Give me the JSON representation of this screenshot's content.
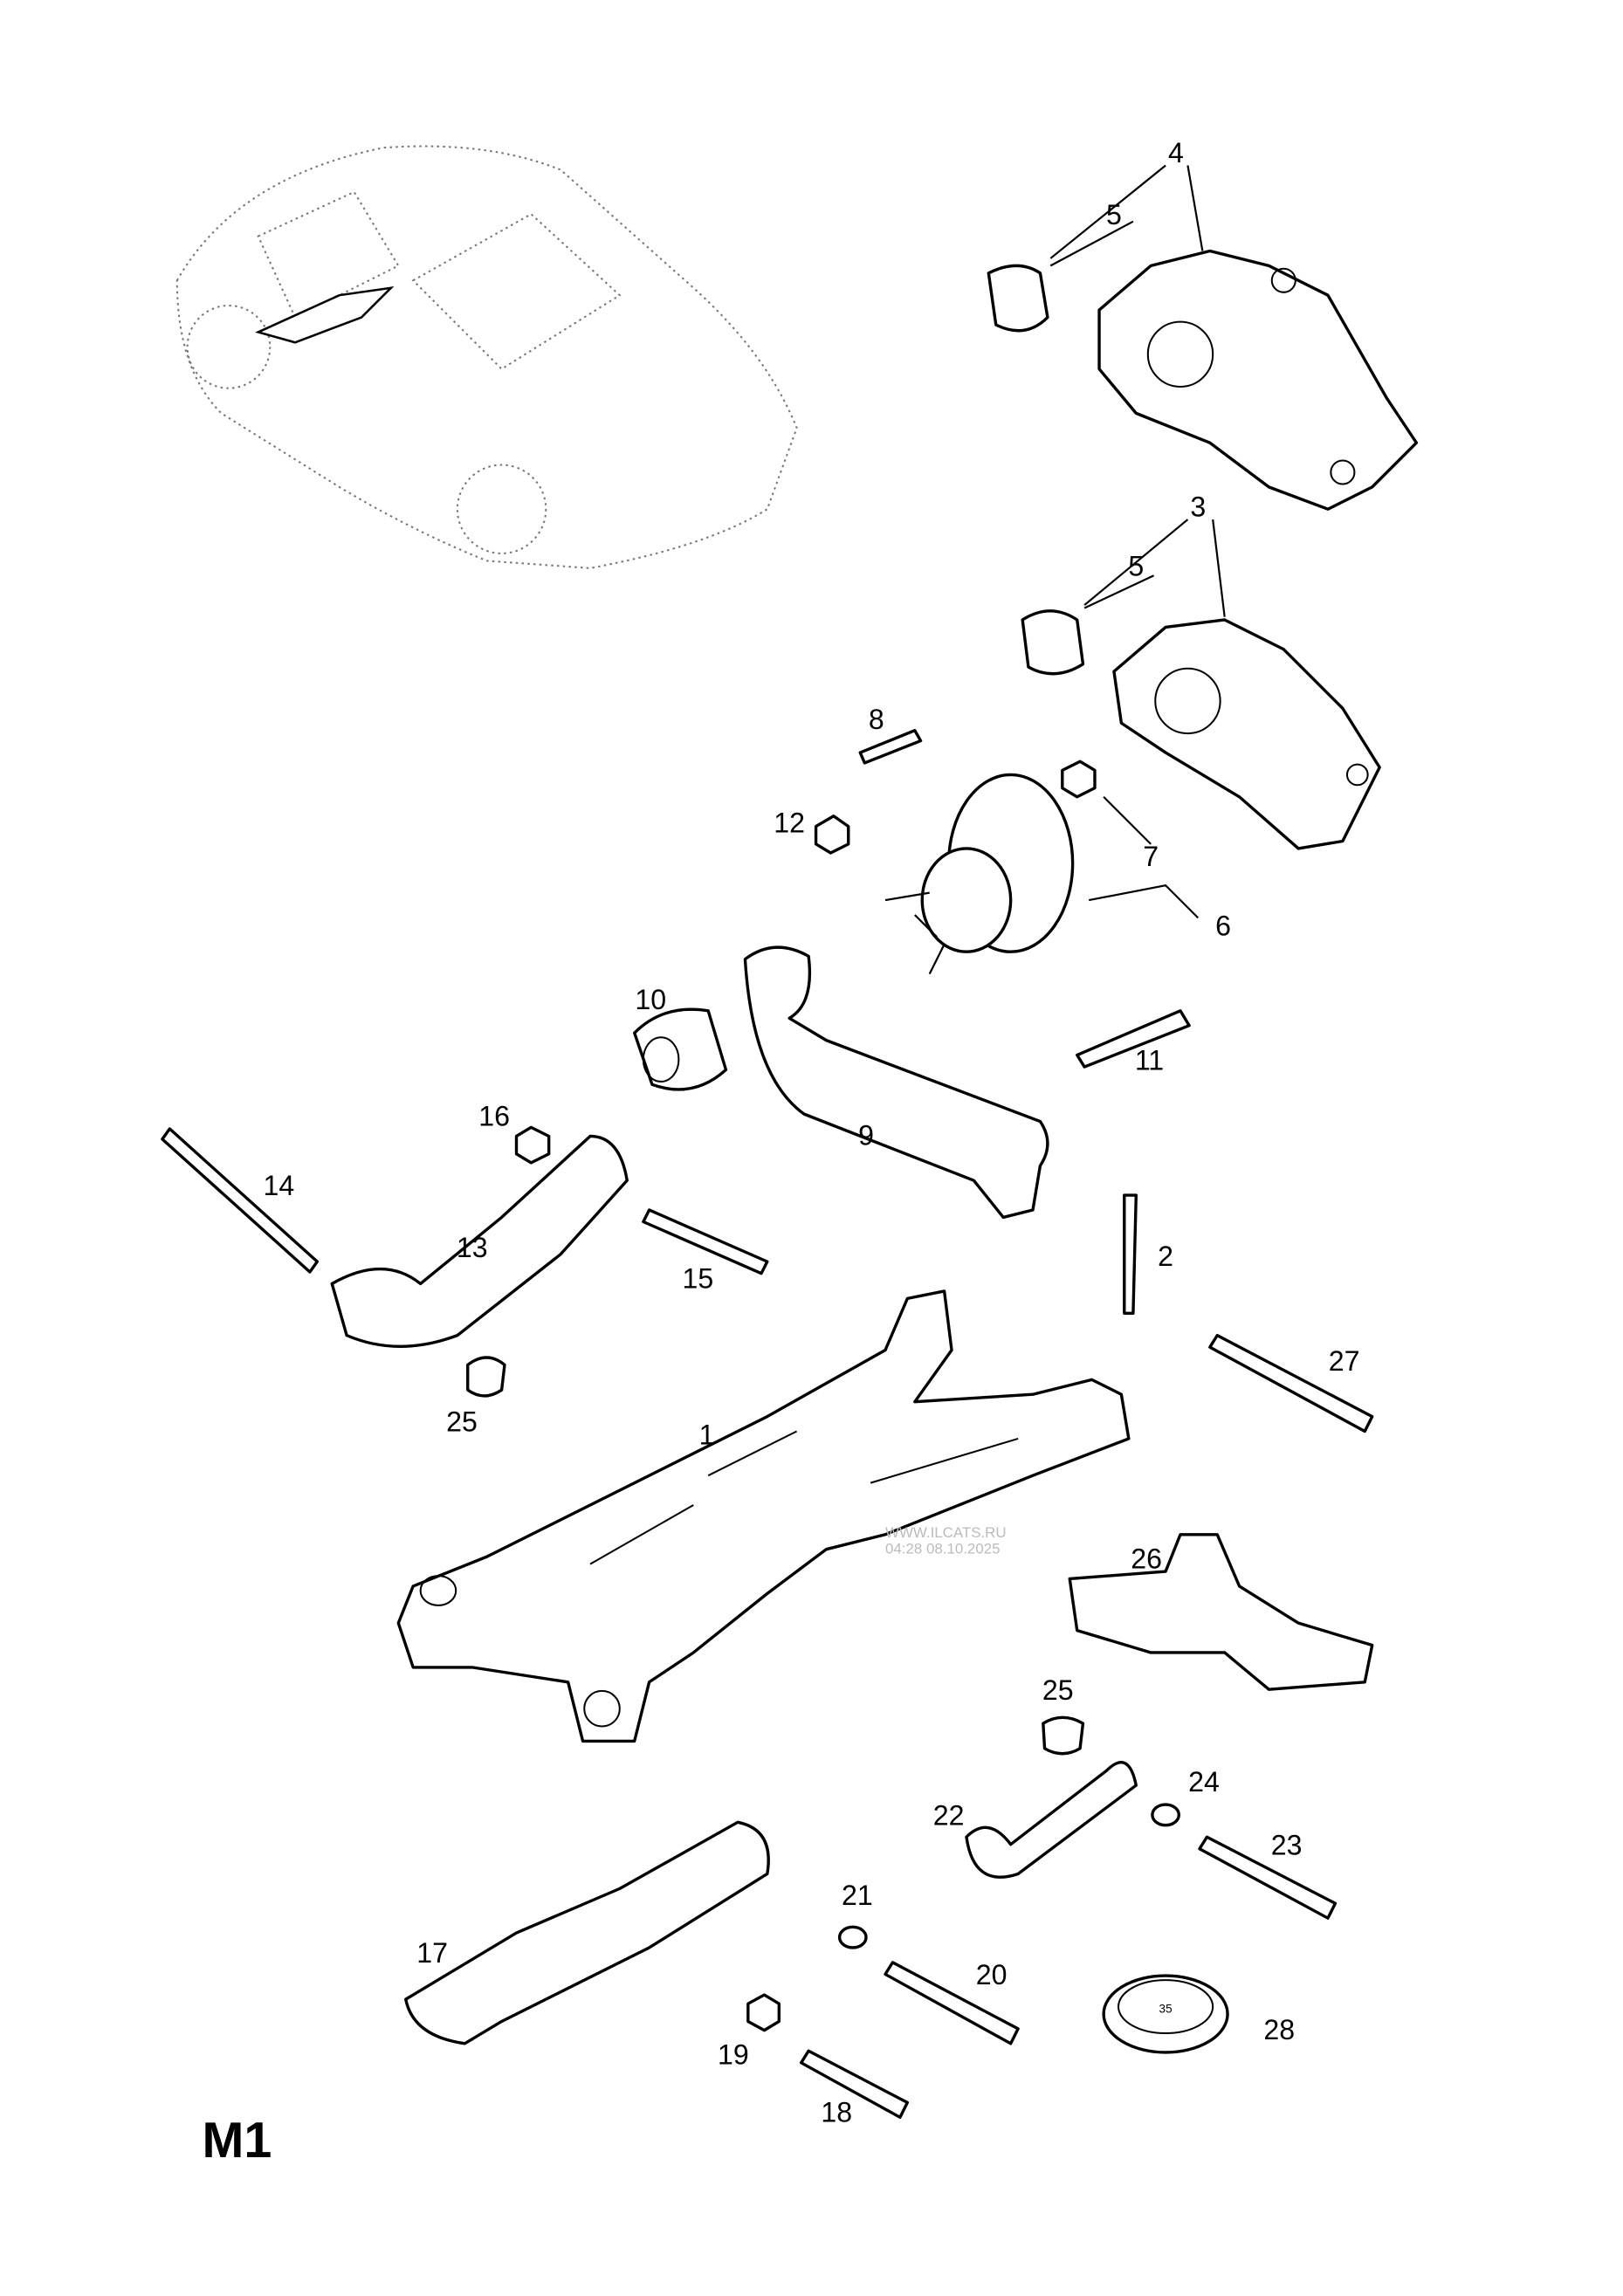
{
  "page_label": "M1",
  "watermark": {
    "site": "WWW.ILCATS.RU",
    "timestamp": "04:28 08.10.2025"
  },
  "part_marking": "35",
  "callouts": [
    "4",
    "5",
    "3",
    "5",
    "8",
    "12",
    "7",
    "6",
    "10",
    "11",
    "9",
    "16",
    "14",
    "13",
    "15",
    "2",
    "27",
    "25",
    "1",
    "26",
    "25",
    "24",
    "22",
    "23",
    "21",
    "17",
    "20",
    "28",
    "19",
    "18"
  ]
}
